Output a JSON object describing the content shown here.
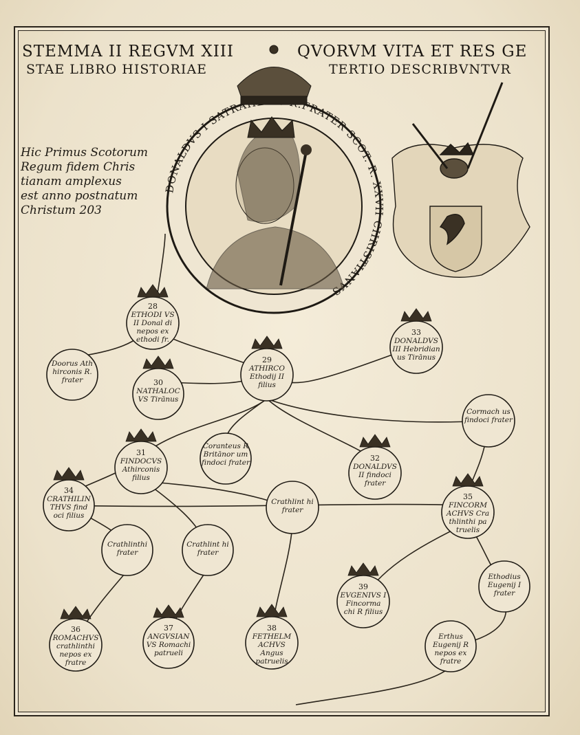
{
  "title": {
    "line1_left": "STEMMA II REGVM XIII",
    "line1_right": "QVORVM VITA ET RES GE",
    "line2_left": "STAE LIBRO HISTORIAE",
    "line2_right": "TERTIO DESCRIBVNTVR"
  },
  "note": {
    "lines": [
      "Hic Primus Scotorum",
      "Regum fidem Chris",
      "tianam amplexus",
      "est anno postnatum",
      "Christum 203"
    ]
  },
  "medallion": {
    "inscription": "DONALDVS I SATRAHELIS R.FRATER SCOT. R. XXVII CHRISTIANVS"
  },
  "nodes": [
    {
      "id": "n28",
      "num": "28",
      "text": "ETHODI VS II Donal di nepos ex ethodi fr."
    },
    {
      "id": "n29",
      "num": "29",
      "text": "ATHIRCO Ethodij II filius"
    },
    {
      "id": "n30",
      "num": "30",
      "text": "NATHALOC VS Tirānus"
    },
    {
      "id": "n33",
      "num": "33",
      "text": "DONALDVS III Hebridian us Tirānus"
    },
    {
      "id": "ndoorus",
      "num": "",
      "text": "Doorus Ath hirconis R. frater"
    },
    {
      "id": "ncormach",
      "num": "",
      "text": "Cormach us findoci frater"
    },
    {
      "id": "n31",
      "num": "31",
      "text": "FINDOCVS Athirconis filius"
    },
    {
      "id": "ncoranteus",
      "num": "",
      "text": "Coranteus R Britānor um findoci frater"
    },
    {
      "id": "n32",
      "num": "32",
      "text": "DONALDVS II findoci frater"
    },
    {
      "id": "n34",
      "num": "34",
      "text": "CRATHILIN THVS find oci filius"
    },
    {
      "id": "ncrathlint1",
      "num": "",
      "text": "Crathlint hi frater"
    },
    {
      "id": "n35",
      "num": "35",
      "text": "FINCORM ACHVS Cra thlinthi pa truelis"
    },
    {
      "id": "ncrathlinthi",
      "num": "",
      "text": "Crathlinthi frater"
    },
    {
      "id": "ncrathlint2",
      "num": "",
      "text": "Crathlint hi frater"
    },
    {
      "id": "nethodius",
      "num": "",
      "text": "Ethodius Eugenij I frater"
    },
    {
      "id": "n39",
      "num": "39",
      "text": "EVGENIVS I Fincorma chi R filius"
    },
    {
      "id": "nerthus",
      "num": "",
      "text": "Erthus Eugenij R nepos ex fratre"
    },
    {
      "id": "n36",
      "num": "36",
      "text": "ROMACHVS crathlinthi nepos ex fratre"
    },
    {
      "id": "n37",
      "num": "37",
      "text": "ANGVSIAN VS Romachi patrueli"
    },
    {
      "id": "n38",
      "num": "38",
      "text": "FETHELM ACHVS Angus patruelis"
    }
  ]
}
